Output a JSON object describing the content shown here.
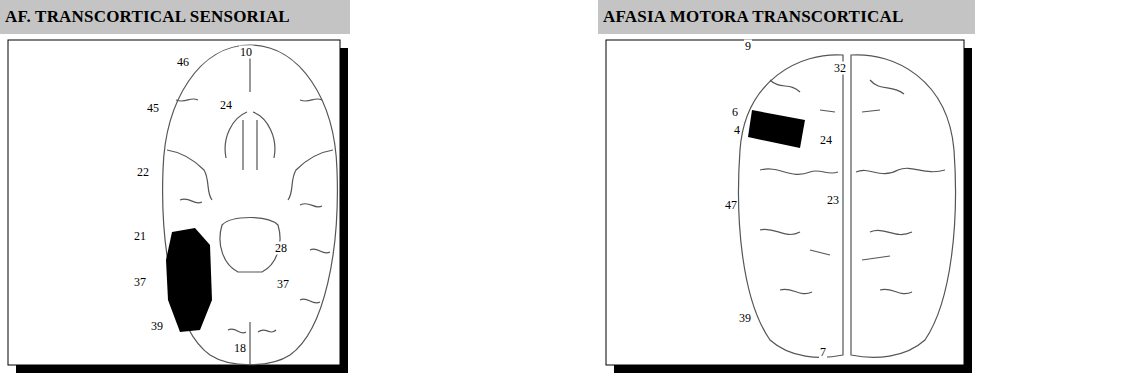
{
  "diagram": {
    "nodes": [
      {
        "text": [
          "AF. TRANSCORTICAL SENSORIAL"
        ]
      },
      {
        "text": [
          "AFASIA MOTORA TRANSCORTICAL"
        ]
      }
    ],
    "labels": [
      "46",
      "10",
      "24",
      "45",
      "22",
      "21",
      "37",
      "28",
      "37",
      "39",
      "18",
      "9",
      "32",
      "6",
      "4",
      "24",
      "47",
      "23",
      "39",
      "7"
    ]
  }
}
